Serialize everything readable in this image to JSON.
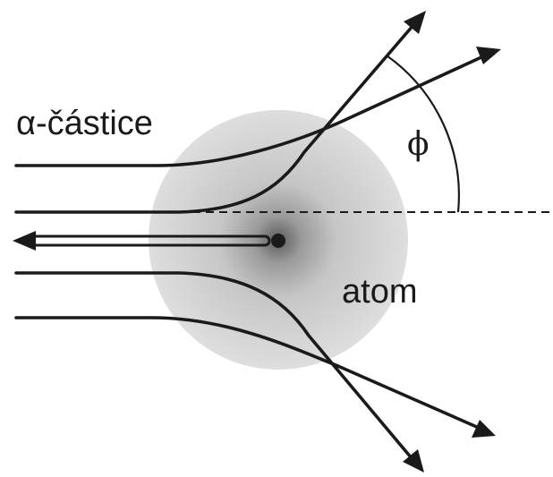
{
  "labels": {
    "particle_prefix": "α",
    "particle_suffix": "-částice",
    "atom": "atom",
    "angle": "ϕ"
  },
  "colors": {
    "ink": "#1a1a1a",
    "atom_center": "#5a5a5a",
    "atom_edge": "#dcdcdc"
  },
  "icons": {
    "trajectory_end": "arrowhead-icon",
    "nucleus": "dot-icon"
  }
}
